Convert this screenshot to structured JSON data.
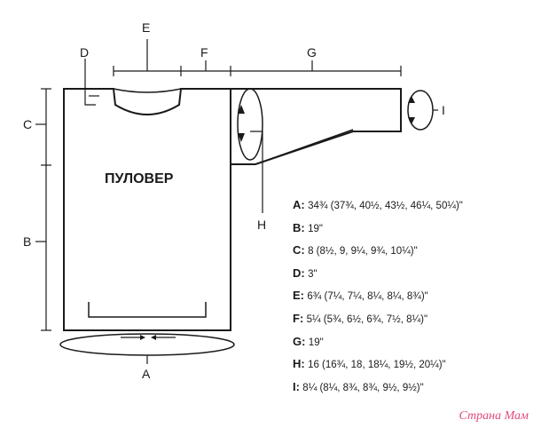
{
  "diagram": {
    "garment_label": "ПУЛОВЕР",
    "dimension_labels": {
      "A": "A",
      "B": "B",
      "C": "C",
      "D": "D",
      "E": "E",
      "F": "F",
      "G": "G",
      "H": "H",
      "I": "I"
    }
  },
  "legend": [
    {
      "key": "A:",
      "value": "34¾ (37¾, 40½, 43½, 46¼, 50¼)\""
    },
    {
      "key": "B:",
      "value": "19\""
    },
    {
      "key": "C:",
      "value": "8 (8½, 9, 9¼, 9¾, 10¼)\""
    },
    {
      "key": "D:",
      "value": "3\""
    },
    {
      "key": "E:",
      "value": "6¾ (7¼, 7¼, 8¼, 8¼, 8¾)\""
    },
    {
      "key": "F:",
      "value": "5¼ (5¾, 6½, 6¾, 7½, 8¼)\""
    },
    {
      "key": "G:",
      "value": "19\""
    },
    {
      "key": "H:",
      "value": "16 (16¾, 18, 18¼, 19½, 20¼)\""
    },
    {
      "key": "I:",
      "value": "8¼ (8¼, 8¾, 8¾, 9½, 9½)\""
    }
  ],
  "watermark": "Страна Мам"
}
